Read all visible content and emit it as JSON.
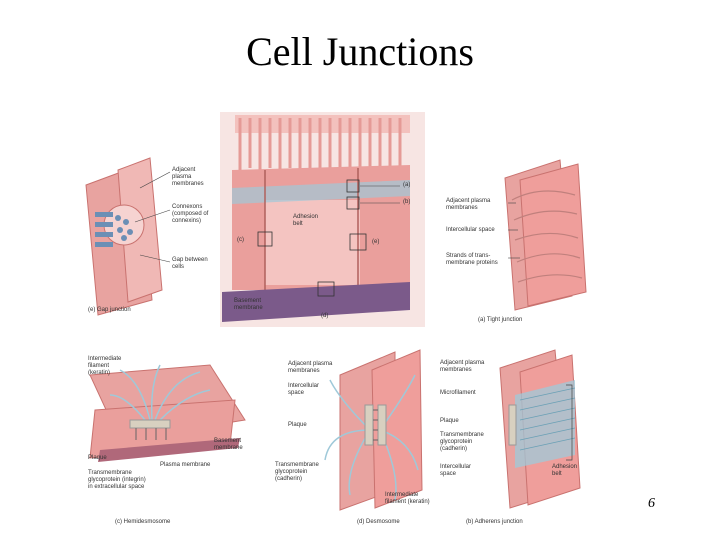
{
  "title": "Cell Junctions",
  "page_number": "6",
  "panels": {
    "gap": {
      "labels": {
        "adjacent": "Adjacent\nplasma\nmembranes",
        "connexons": "Connexons\n(composed of\nconnexins)",
        "gap_between": "Gap between\ncells"
      },
      "caption": "(e) Gap junction"
    },
    "overview": {
      "labels": {
        "a": "(a)",
        "b": "(b)",
        "c": "(c)",
        "e": "(e)",
        "d": "(d)",
        "adhesion": "Adhesion\nbelt",
        "basement": "Basement\nmembrane"
      }
    },
    "tight": {
      "labels": {
        "adjacent": "Adjacent plasma\nmembranes",
        "intercellular": "Intercellular space",
        "strands": "Strands of trans-\nmembrane proteins"
      },
      "caption": "(a) Tight junction"
    },
    "hemi": {
      "labels": {
        "intermediate": "Intermediate\nfilament\n(keratin)",
        "basement": "Basement\nmembrane",
        "plaque": "Plaque",
        "plasma": "Plasma membrane",
        "transmembrane": "Transmembrane\nglycoprotein (integrin)\nin extracellular space"
      },
      "caption": "(c) Hemidesmosome"
    },
    "desmo": {
      "labels": {
        "adjacent": "Adjacent plasma\nmembranes",
        "intercellular": "Intercellular\nspace",
        "plaque": "Plaque",
        "transmembrane": "Transmembrane\nglycoprotein\n(cadherin)",
        "intermediate": "Intermediate\nfilament (keratin)"
      },
      "caption": "(d) Desmosome"
    },
    "adherens": {
      "labels": {
        "adjacent": "Adjacent plasma\nmembranes",
        "microfilament": "Microfilament",
        "plaque": "Plaque",
        "transmembrane": "Transmembrane\nglycoprotein\n(cadherin)",
        "intercellular": "Intercellular\nspace",
        "adhesion": "Adhesion\nbelt"
      },
      "caption": "(b) Adherens junction"
    }
  },
  "colors": {
    "cell_pink": "#e8a3a0",
    "cell_dark": "#c9726f",
    "basement": "#7b5a8a",
    "filament": "#9fc9d9",
    "connexon": "#6b8fb5"
  }
}
